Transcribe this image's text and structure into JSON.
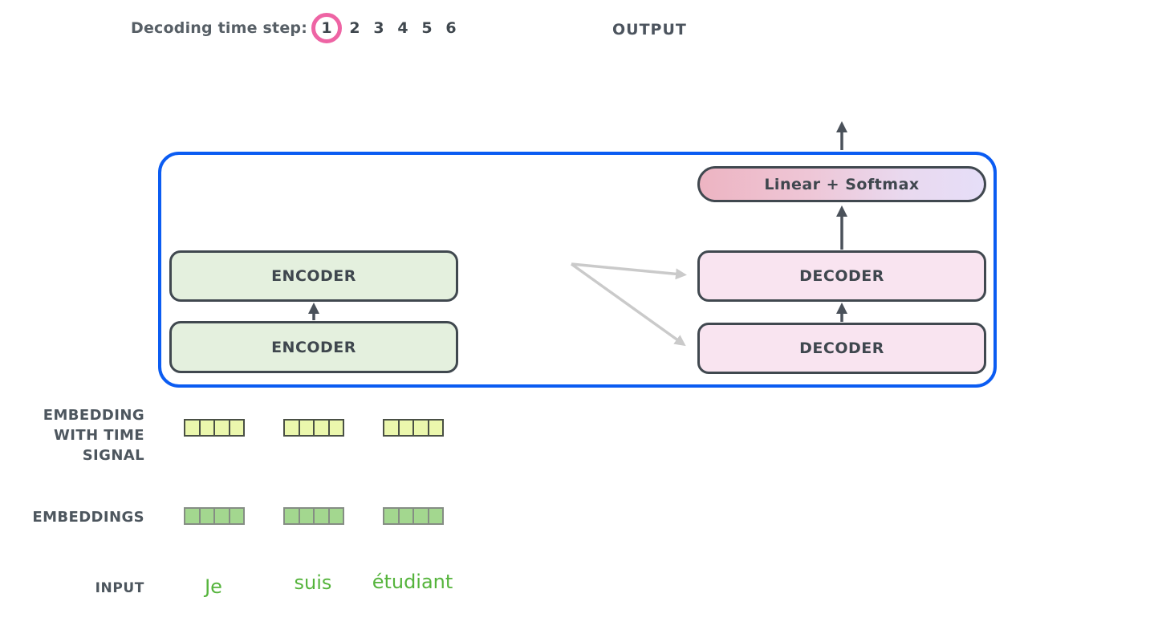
{
  "header": {
    "decoding_label": "Decoding time step:",
    "time_steps": [
      "1",
      "2",
      "3",
      "4",
      "5",
      "6"
    ],
    "selected_step": "1",
    "output_label": "OUTPUT"
  },
  "diagram": {
    "encoder_top": "ENCODER",
    "encoder_bottom": "ENCODER",
    "decoder_top": "DECODER",
    "decoder_bottom": "DECODER",
    "linear_softmax": "Linear + Softmax"
  },
  "labels": {
    "embedding_time_lines": [
      "EMBEDDING",
      "WITH TIME",
      "SIGNAL"
    ],
    "embeddings": "EMBEDDINGS",
    "input": "INPUT"
  },
  "input": {
    "words": [
      "Je",
      "suis",
      "étudiant"
    ]
  },
  "embeddings": {
    "groups": 3,
    "cells_per_group": 4
  },
  "colors": {
    "container_border": "#0b5cf2",
    "step_circle": "#ee64a4",
    "encoder_fill": "#e4f0de",
    "decoder_fill": "#f9e4f0",
    "linear_gradient_left": "#edb4c2",
    "linear_gradient_right": "#e6def8",
    "time_embedding_fill": "#ebf7ad",
    "word_embedding_fill": "#a3d78f",
    "input_word_text": "#55b43c",
    "arrow_dark": "#4a515a",
    "arrow_gray": "#cacaca",
    "block_border": "#40484f",
    "text_dark": "#4d565e"
  }
}
